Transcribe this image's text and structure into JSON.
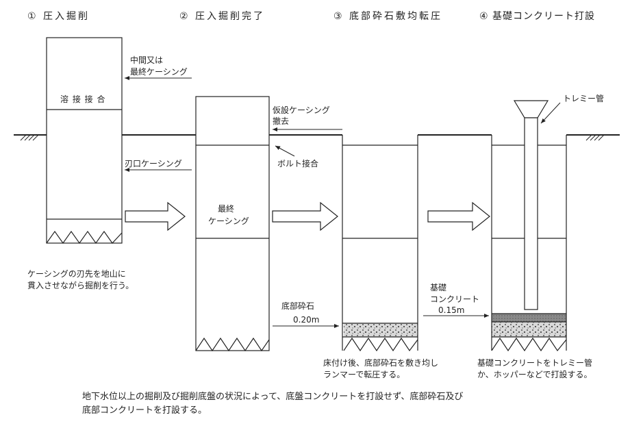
{
  "steps": {
    "s1": "① 圧入掘削",
    "s2": "② 圧入掘削完了",
    "s3": "③ 底部砕石敷均転圧",
    "s4": "④ 基礎コンクリート打設"
  },
  "labels": {
    "intermediate_casing_l1": "中間又は",
    "intermediate_casing_l2": "最終ケーシング",
    "weld_joint": "溶 接 接 合",
    "cutting_edge_casing": "刃口ケーシング",
    "temp_casing_l1": "仮設ケーシング",
    "temp_casing_l2": "撤去",
    "bolt_joint": "ボルト接合",
    "final_casing_l1": "最終",
    "final_casing_l2": "ケーシング",
    "tremie_pipe": "トレミー管",
    "bottom_gravel": "底部砕石",
    "gravel_thickness": "0.20m",
    "foundation_concrete_l1": "基礎",
    "foundation_concrete_l2": "コンクリート",
    "concrete_thickness": "0.15m"
  },
  "notes": {
    "step1_l1": "ケーシングの刃先を地山に",
    "step1_l2": "貫入させながら掘削を行う。",
    "step3_l1": "床付け後、底部砕石を敷き均し",
    "step3_l2": "ランマーで転圧する。",
    "step4_l1": "基礎コンクリートをトレミー管",
    "step4_l2": "か、ホッパーなどで打設する。"
  },
  "footer": {
    "line1": "地下水位以上の掘削及び掘削底盤の状況によって、底盤コンクリートを打設せず、底部砕石及び",
    "line2": "底部コンクリートを打設する。"
  }
}
